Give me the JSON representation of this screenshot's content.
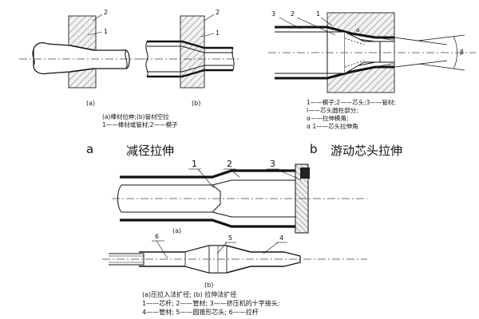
{
  "captions": {
    "a_letter": "a",
    "a_text": "减径拉伸",
    "b_letter": "b",
    "b_text": "游动芯头拉伸"
  },
  "top_left": {
    "label_a": "(a)",
    "label_b": "(b)",
    "callouts": [
      "1",
      "2",
      "1",
      "2"
    ],
    "legend": [
      "(a)棒材拉伸;(b)管材空拉",
      "1——棒材或管材;2——模子"
    ]
  },
  "top_right": {
    "callouts": [
      "3",
      "2",
      "1",
      "α",
      "β"
    ],
    "legend": [
      "1——模子;2——芯头;3——管材;",
      "l——芯头圆柱部分;",
      "α——拉伸模角;",
      "α 1——芯头拉伸角"
    ]
  },
  "bottom_a": {
    "label": "(a)",
    "callouts": [
      "1",
      "2",
      "3"
    ]
  },
  "bottom_b": {
    "label": "(b)",
    "callouts": [
      "6",
      "5",
      "4"
    ]
  },
  "legend": [
    "(a)压拉入法扩径; (b) 拉伸法扩径",
    "1——芯杆; 2——管材; 3——挤压机的十字接头;",
    "4——管材; 5——圆锥形芯头; 6——拉杆"
  ]
}
